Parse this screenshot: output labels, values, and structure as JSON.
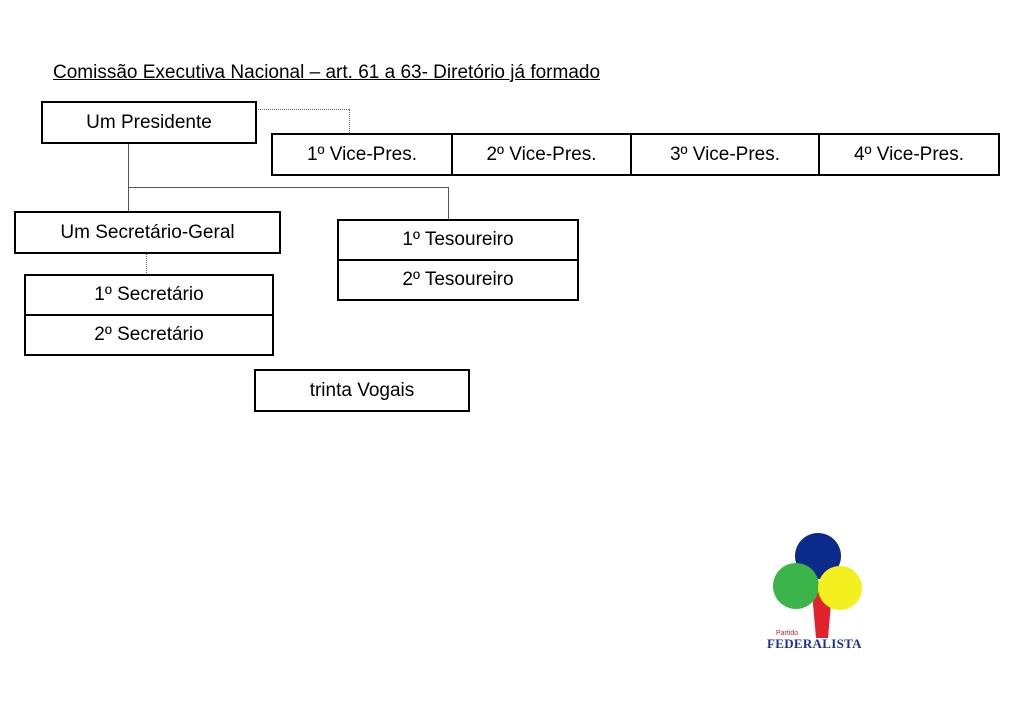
{
  "title": "Comissão Executiva Nacional – art. 61 a 63- Diretório já formado",
  "nodes": {
    "presidente": "Um Presidente",
    "vice_1": "1º Vice-Pres.",
    "vice_2": "2º Vice-Pres.",
    "vice_3": "3º Vice-Pres.",
    "vice_4": "4º Vice-Pres.",
    "secretario_geral": "Um Secretário-Geral",
    "secretario_1": "1º Secretário",
    "secretario_2": "2º Secretário",
    "tesoureiro_1": "1º Tesoureiro",
    "tesoureiro_2": "2º Tesoureiro",
    "vogais": "trinta Vogais"
  },
  "logo": {
    "small_text": "Partido",
    "name": "FEDERALISTA",
    "colors": {
      "blue": "#0a2a8c",
      "green": "#3bb54a",
      "yellow": "#f4ef1f",
      "red": "#e3232b"
    }
  }
}
